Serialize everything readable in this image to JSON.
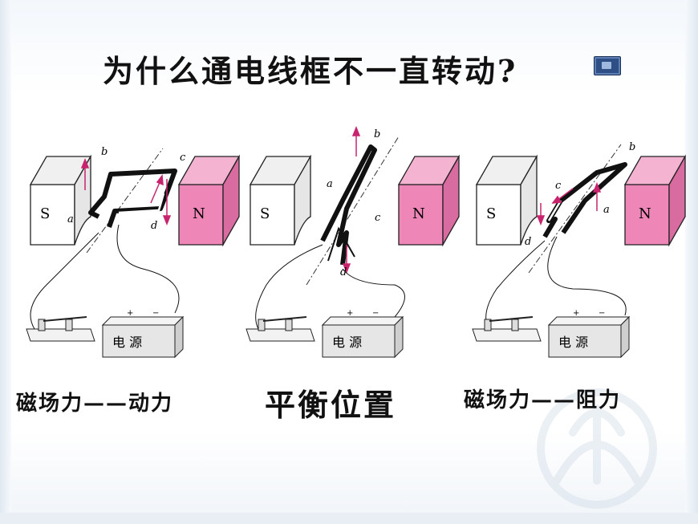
{
  "title": "为什么通电线框不一直转动?",
  "diagrams": [
    {
      "pole_s": "S",
      "pole_n": "N",
      "labels": {
        "a": "a",
        "b": "b",
        "c": "c",
        "d": "d"
      },
      "power_label": "电  源",
      "plus": "+",
      "minus": "−"
    },
    {
      "pole_s": "S",
      "pole_n": "N",
      "labels": {
        "a": "a",
        "b": "b",
        "c": "c",
        "d": "d"
      },
      "power_label": "电  源",
      "plus": "+",
      "minus": "−"
    },
    {
      "pole_s": "S",
      "pole_n": "N",
      "labels": {
        "a": "a",
        "b": "b",
        "c": "c",
        "d": "d"
      },
      "power_label": "电  源",
      "plus": "+",
      "minus": "−"
    }
  ],
  "captions": {
    "left": "磁场力——动力",
    "middle": "平衡位置",
    "right": "磁场力——阻力"
  },
  "colors": {
    "magnet_n": "#ee87b8",
    "arrow": "#c8246e",
    "coil": "#111111"
  }
}
